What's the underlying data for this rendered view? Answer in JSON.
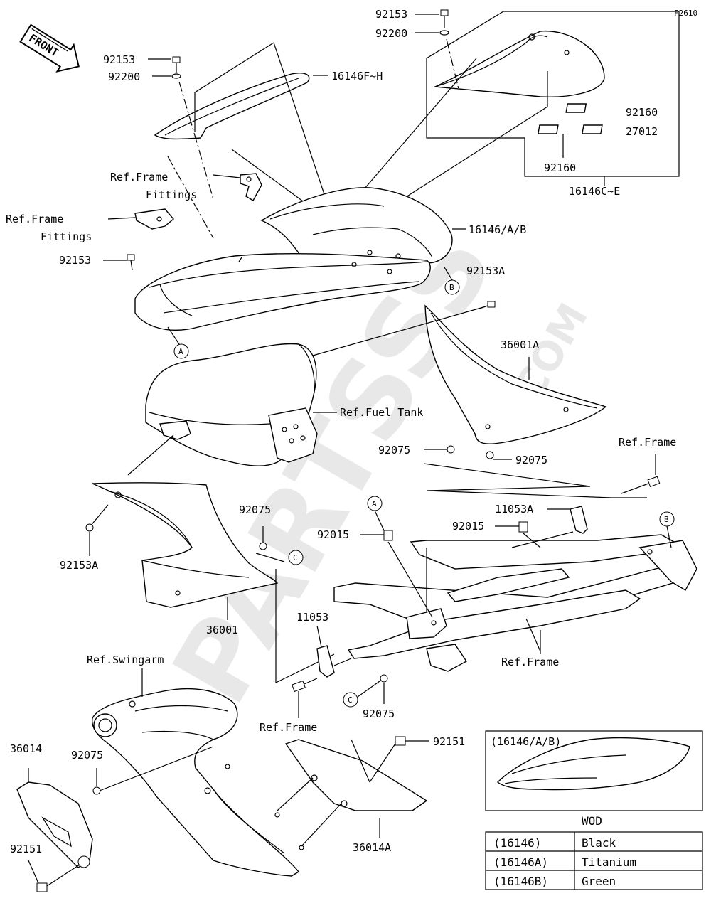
{
  "diagram_code": "F2610",
  "front_label": "FRONT",
  "watermark": {
    "brand": "PARTSSS",
    "domain": ".COM"
  },
  "callouts": {
    "p92153_top": "92153",
    "p92200_top": "92200",
    "p92153_left": "92153",
    "p92200_left": "92200",
    "p16146FH": "16146F~H",
    "p92160_a": "92160",
    "p27012": "27012",
    "p92160_b": "92160",
    "p16146CE": "16146C~E",
    "ref_frame_fittings_1a": "Ref.Frame",
    "ref_frame_fittings_1b": "Fittings",
    "ref_frame_fittings_2a": "Ref.Frame",
    "ref_frame_fittings_2b": "Fittings",
    "p16146AB": "16146/A/B",
    "p92153_mid": "92153",
    "p92153A_right": "92153A",
    "mark_B1": "B",
    "mark_A1": "A",
    "p36001A": "36001A",
    "ref_fuel_tank": "Ref.Fuel Tank",
    "p92075_a": "92075",
    "p92075_b": "92075",
    "ref_frame_1": "Ref.Frame",
    "p11053A": "11053A",
    "p92015_a": "92015",
    "p92015_b": "92015",
    "mark_A2": "A",
    "mark_B2": "B",
    "p92075_c": "92075",
    "p92153A_left": "92153A",
    "mark_C1": "C",
    "p36001": "36001",
    "p11053": "11053",
    "ref_frame_2": "Ref.Frame",
    "ref_swingarm": "Ref.Swingarm",
    "mark_C2": "C",
    "p92075_d": "92075",
    "ref_frame_3": "Ref.Frame",
    "p92151_right": "92151",
    "p36014": "36014",
    "p92075_e": "92075",
    "p36014A": "36014A",
    "p92151_left": "92151"
  },
  "inset": {
    "title": "(16146/A/B)",
    "wod_label": "WOD",
    "rows": [
      {
        "part": "(16146)",
        "color": "Black"
      },
      {
        "part": "(16146A)",
        "color": "Titanium"
      },
      {
        "part": "(16146B)",
        "color": "Green"
      }
    ]
  }
}
